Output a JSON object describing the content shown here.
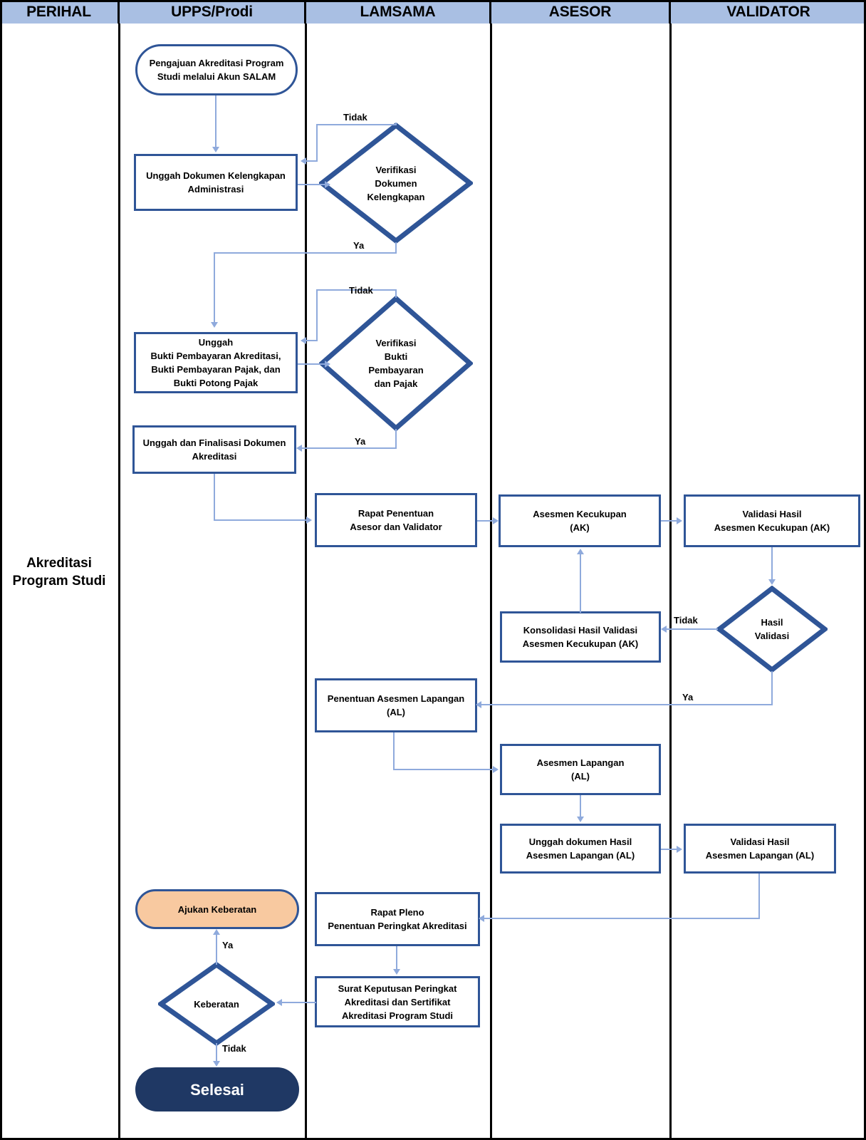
{
  "title": "Akreditasi Program Studi",
  "colors": {
    "header_bg": "#a9bfe3",
    "node_border": "#2f5597",
    "connector": "#8faadc",
    "terminal_start_fill": "#ffffff",
    "terminal_objection_fill": "#f8c9a0",
    "terminal_end_fill": "#1f3864",
    "lane_divider": "#000000"
  },
  "lanes": [
    {
      "id": "perihal",
      "label": "PERIHAL"
    },
    {
      "id": "upps",
      "label": "UPPS/Prodi"
    },
    {
      "id": "lamsama",
      "label": "LAMSAMA"
    },
    {
      "id": "asesor",
      "label": "ASESOR"
    },
    {
      "id": "validator",
      "label": "VALIDATOR"
    }
  ],
  "perihal": {
    "line1": "Akreditasi",
    "line2": "Program Studi"
  },
  "nodes": {
    "pengajuan": {
      "type": "terminal",
      "lane": "upps",
      "text": "Pengajuan Akreditasi  Program Studi melalui  Akun SALAM"
    },
    "unggah_admin": {
      "type": "process",
      "lane": "upps",
      "text": "Unggah Dokumen Kelengkapan Administrasi"
    },
    "verif_dokumen": {
      "type": "decision",
      "lane": "lamsama",
      "line1": "Verifikasi",
      "line2": "Dokumen",
      "line3": "Kelengkapan"
    },
    "unggah_bukti": {
      "type": "process",
      "lane": "upps",
      "line1": "Unggah",
      "line2": "Bukti Pembayaran Akreditasi,",
      "line3": "Bukti Pembayaran Pajak, dan",
      "line4": "Bukti Potong Pajak"
    },
    "verif_bukti": {
      "type": "decision",
      "lane": "lamsama",
      "line1": "Verifikasi",
      "line2": "Bukti",
      "line3": "Pembayaran",
      "line4": "dan Pajak"
    },
    "unggah_final": {
      "type": "process",
      "lane": "upps",
      "text": "Unggah dan Finalisasi  Dokumen Akreditasi"
    },
    "rapat_penentuan": {
      "type": "process",
      "lane": "lamsama",
      "line1": "Rapat Penentuan",
      "line2": "Asesor dan Validator"
    },
    "asesmen_ak": {
      "type": "process",
      "lane": "asesor",
      "line1": "Asesmen Kecukupan",
      "line2": "(AK)"
    },
    "validasi_ak": {
      "type": "process",
      "lane": "validator",
      "line1": "Validasi Hasil",
      "line2": "Asesmen Kecukupan (AK)"
    },
    "hasil_validasi": {
      "type": "decision",
      "lane": "validator",
      "line1": "Hasil",
      "line2": "Validasi"
    },
    "konsolidasi": {
      "type": "process",
      "lane": "asesor",
      "line1": "Konsolidasi Hasil Validasi",
      "line2": "Asesmen Kecukupan (AK)"
    },
    "penentuan_al": {
      "type": "process",
      "lane": "lamsama",
      "line1": "Penentuan Asesmen Lapangan",
      "line2": "(AL)"
    },
    "asesmen_al": {
      "type": "process",
      "lane": "asesor",
      "line1": "Asesmen Lapangan",
      "line2": "(AL)"
    },
    "unggah_al": {
      "type": "process",
      "lane": "asesor",
      "line1": "Unggah dokumen Hasil",
      "line2": "Asesmen Lapangan (AL)"
    },
    "validasi_al": {
      "type": "process",
      "lane": "validator",
      "line1": "Validasi Hasil",
      "line2": "Asesmen Lapangan (AL)"
    },
    "rapat_pleno": {
      "type": "process",
      "lane": "lamsama",
      "line1": "Rapat Pleno",
      "line2": "Penentuan Peringkat Akreditasi"
    },
    "surat_keputusan": {
      "type": "process",
      "lane": "lamsama",
      "line1": "Surat Keputusan Peringkat",
      "line2": "Akreditasi dan Sertifikat",
      "line3": "Akreditasi Program Studi"
    },
    "keberatan": {
      "type": "decision",
      "lane": "upps",
      "line1": "Keberatan"
    },
    "ajukan_keberatan": {
      "type": "terminal",
      "lane": "upps",
      "text": "Ajukan Keberatan"
    },
    "selesai": {
      "type": "terminal",
      "lane": "upps",
      "text": "Selesai"
    }
  },
  "edge_labels": {
    "verif_dokumen_no": "Tidak",
    "verif_dokumen_yes": "Ya",
    "verif_bukti_no": "Tidak",
    "verif_bukti_yes": "Ya",
    "hasil_validasi_no": "Tidak",
    "hasil_validasi_yes": "Ya",
    "keberatan_yes": "Ya",
    "keberatan_no": "Tidak"
  }
}
